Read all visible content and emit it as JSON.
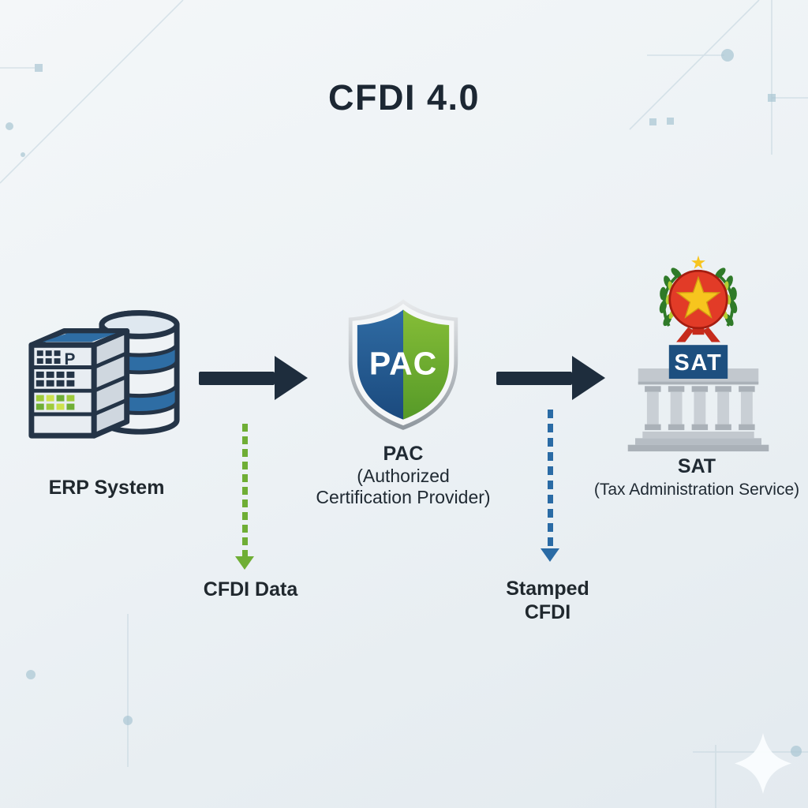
{
  "title": "CFDI 4.0",
  "nodes": {
    "erp": {
      "label": "ERP System",
      "icon": "erp-server-database-icon",
      "icon_letter": "P"
    },
    "pac": {
      "shield_text": "PAC",
      "label": "PAC",
      "sublabel_lines": [
        "(Authorized",
        "Certification Provider)"
      ],
      "icon": "pac-shield-icon"
    },
    "sat": {
      "banner_text": "SAT",
      "label": "SAT",
      "sublabel": "(Tax Administration Service)",
      "icon": "sat-government-building-icon"
    }
  },
  "flows": {
    "erp_to_pac": {
      "type": "solid-arrow-right",
      "color": "#1e2d3d"
    },
    "pac_to_sat": {
      "type": "solid-arrow-right",
      "color": "#1e2d3d"
    },
    "cfdi_data": {
      "label": "CFDI Data",
      "type": "dashed-arrow-down",
      "color": "#6fae35"
    },
    "stamped_cfdi": {
      "label_lines": [
        "Stamped",
        "CFDI"
      ],
      "type": "dashed-arrow-down",
      "color": "#2a6ba5"
    }
  },
  "colors": {
    "background": "#eef2f5",
    "text_dark": "#20282e",
    "solid_arrow": "#1e2d3d",
    "dashed_green": "#6fae35",
    "dashed_blue": "#2a6ba5",
    "shield_blue": "#2f6ba3",
    "shield_green": "#6fae35",
    "shield_silver": "#a8b0b7",
    "server_outline": "#243447",
    "server_blue": "#2e6da4",
    "server_green_led": "#9fcb3b",
    "sat_banner_navy": "#1d4f7f",
    "emblem_red": "#e23b27",
    "emblem_gold": "#f7c51e",
    "wreath_green": "#2f7a28",
    "building_gray": "#c2c8ce"
  }
}
